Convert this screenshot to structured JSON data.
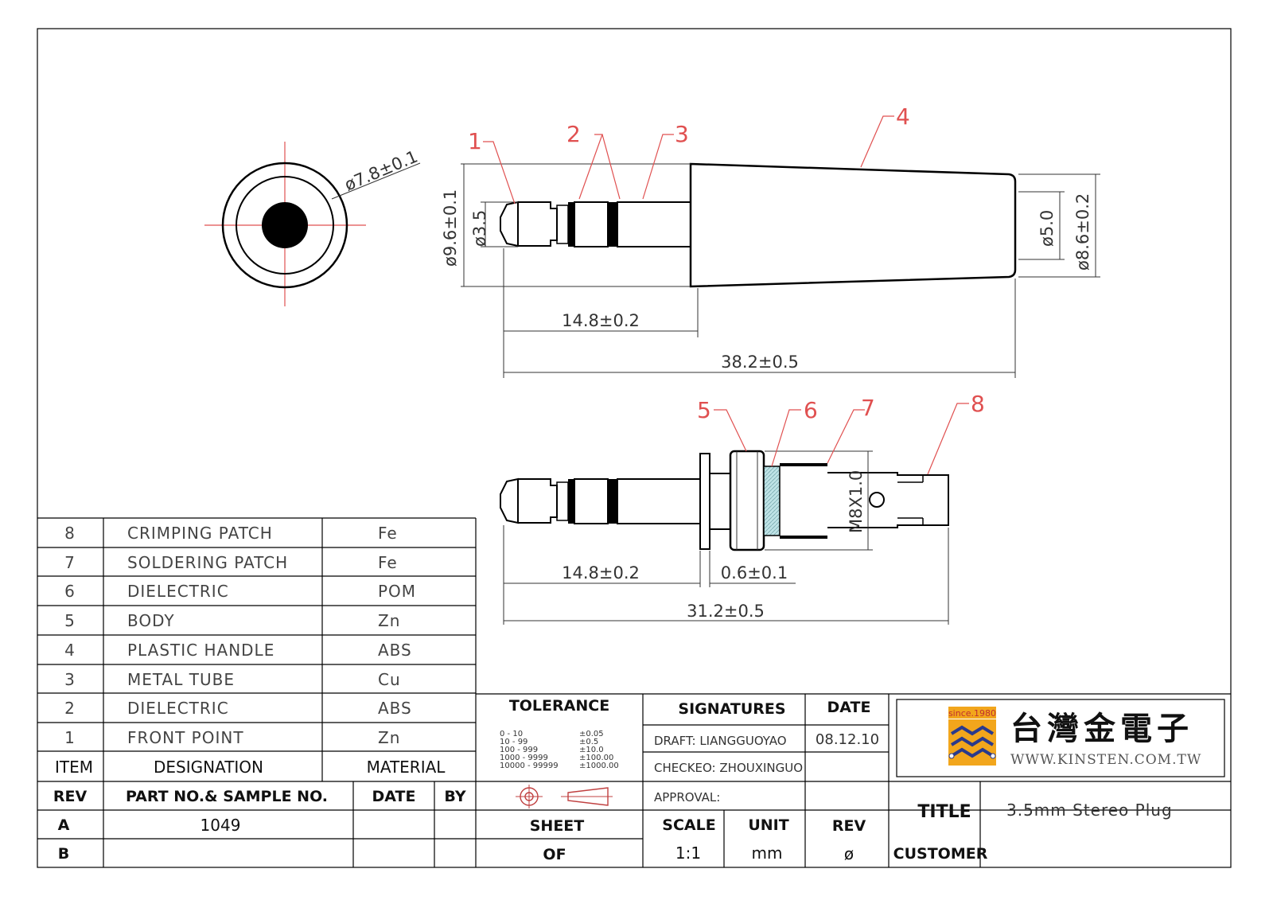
{
  "callouts": [
    "1",
    "2",
    "3",
    "4",
    "5",
    "6",
    "7",
    "8"
  ],
  "dims": {
    "d_outer_end": "ø7.8±0.1",
    "d_body": "ø9.6±0.1",
    "d_tip": "ø3.5",
    "d_handle_inner": "ø5.0",
    "d_handle_outer": "ø8.6±0.2",
    "len_plug_top": "14.8±0.2",
    "len_total_top": "38.2±0.5",
    "thread": "M8X1.0",
    "len_plug_bottom": "14.8±0.2",
    "flange": "0.6±0.1",
    "len_total_bottom": "31.2±0.5"
  },
  "bom": {
    "rows": [
      {
        "item": "8",
        "designation": "CRIMPING  PATCH",
        "material": "Fe"
      },
      {
        "item": "7",
        "designation": "SOLDERING  PATCH",
        "material": "Fe"
      },
      {
        "item": "6",
        "designation": "DIELECTRIC",
        "material": "POM"
      },
      {
        "item": "5",
        "designation": "BODY",
        "material": "Zn"
      },
      {
        "item": "4",
        "designation": "PLASTIC  HANDLE",
        "material": "ABS"
      },
      {
        "item": "3",
        "designation": "METAL  TUBE",
        "material": "Cu"
      },
      {
        "item": "2",
        "designation": "DIELECTRIC",
        "material": "ABS"
      },
      {
        "item": "1",
        "designation": "FRONT  POINT",
        "material": "Zn"
      }
    ],
    "header": {
      "item": "ITEM",
      "designation": "DESIGNATION",
      "material": "MATERIAL"
    }
  },
  "rev_table": {
    "header": {
      "rev": "REV",
      "part": "PART NO.& SAMPLE NO.",
      "date": "DATE",
      "by": "BY"
    },
    "rows": [
      {
        "rev": "A",
        "part": "1049"
      },
      {
        "rev": "B",
        "part": ""
      }
    ]
  },
  "tolerance": {
    "title": "TOLERANCE",
    "ranges": [
      "0  -  10",
      "10  -  99",
      "100  -  999",
      "1000  -  9999",
      "10000  -  99999"
    ],
    "values": [
      "±0.05",
      "±0.5",
      "±10.0",
      "±100.00",
      "±1000.00"
    ]
  },
  "signatures": {
    "title": "SIGNATURES",
    "draft": "DRAFT: LIANGGUOYAO",
    "checked": "CHECKEO: ZHOUXINGUO",
    "approval": "APPROVAL:"
  },
  "date": {
    "label": "DATE",
    "value": "08.12.10"
  },
  "sheet": {
    "label": "SHEET",
    "of": "OF"
  },
  "scale": {
    "label": "SCALE",
    "value": "1:1"
  },
  "unit": {
    "label": "UNIT",
    "value": "mm"
  },
  "rev": {
    "label": "REV",
    "value": "ø"
  },
  "logo": {
    "since": "since.1980",
    "name": "台灣金電子",
    "url": "WWW.KINSTEN.COM.TW"
  },
  "title": {
    "label": "TITLE",
    "value": "3.5mm  Stereo  Plug"
  },
  "customer": {
    "label": "CUSTOMER",
    "value": ""
  }
}
